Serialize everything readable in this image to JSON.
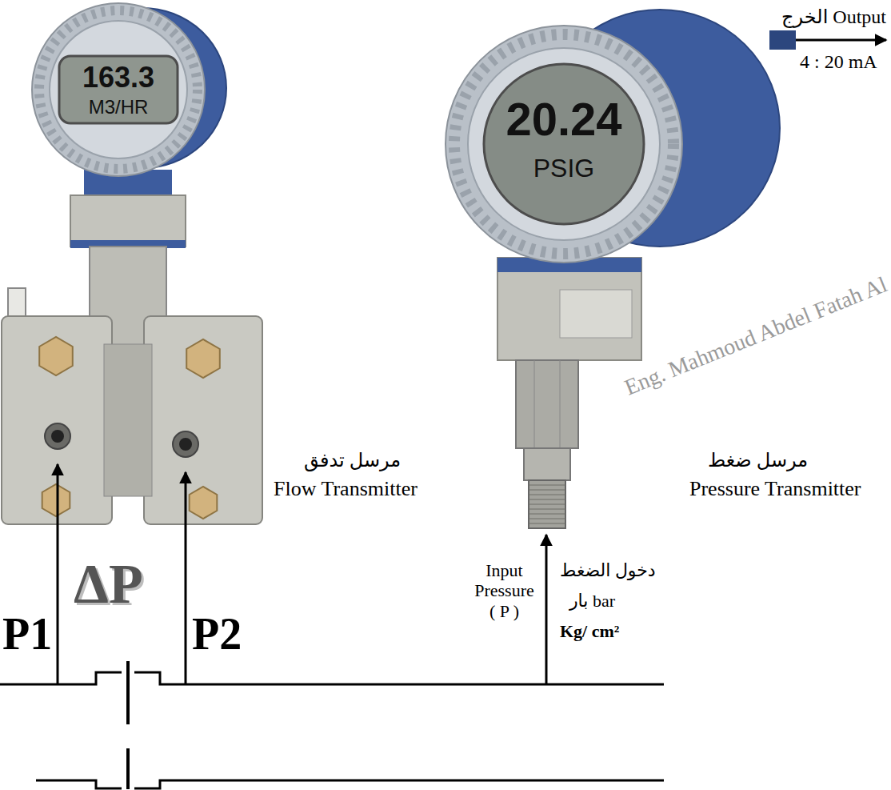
{
  "diagram": {
    "nodes": [
      {
        "text": [
          "163.3",
          "M3/HR",
          "مرسل تدفق",
          "Flow Transmitter"
        ]
      },
      {
        "text": [
          "20.24",
          "PSIG",
          "مرسل ضغط",
          "Pressure Transmitter"
        ]
      }
    ],
    "labels": [
      "الخرج Output",
      "4 : 20 mA",
      "Eng. Mahmoud Abdel Fatah Al",
      "Input Pressure ( P )",
      "دخول الضغط",
      "بار bar",
      "Kg/ cm²",
      "P1",
      "ΔP",
      "P2"
    ]
  }
}
